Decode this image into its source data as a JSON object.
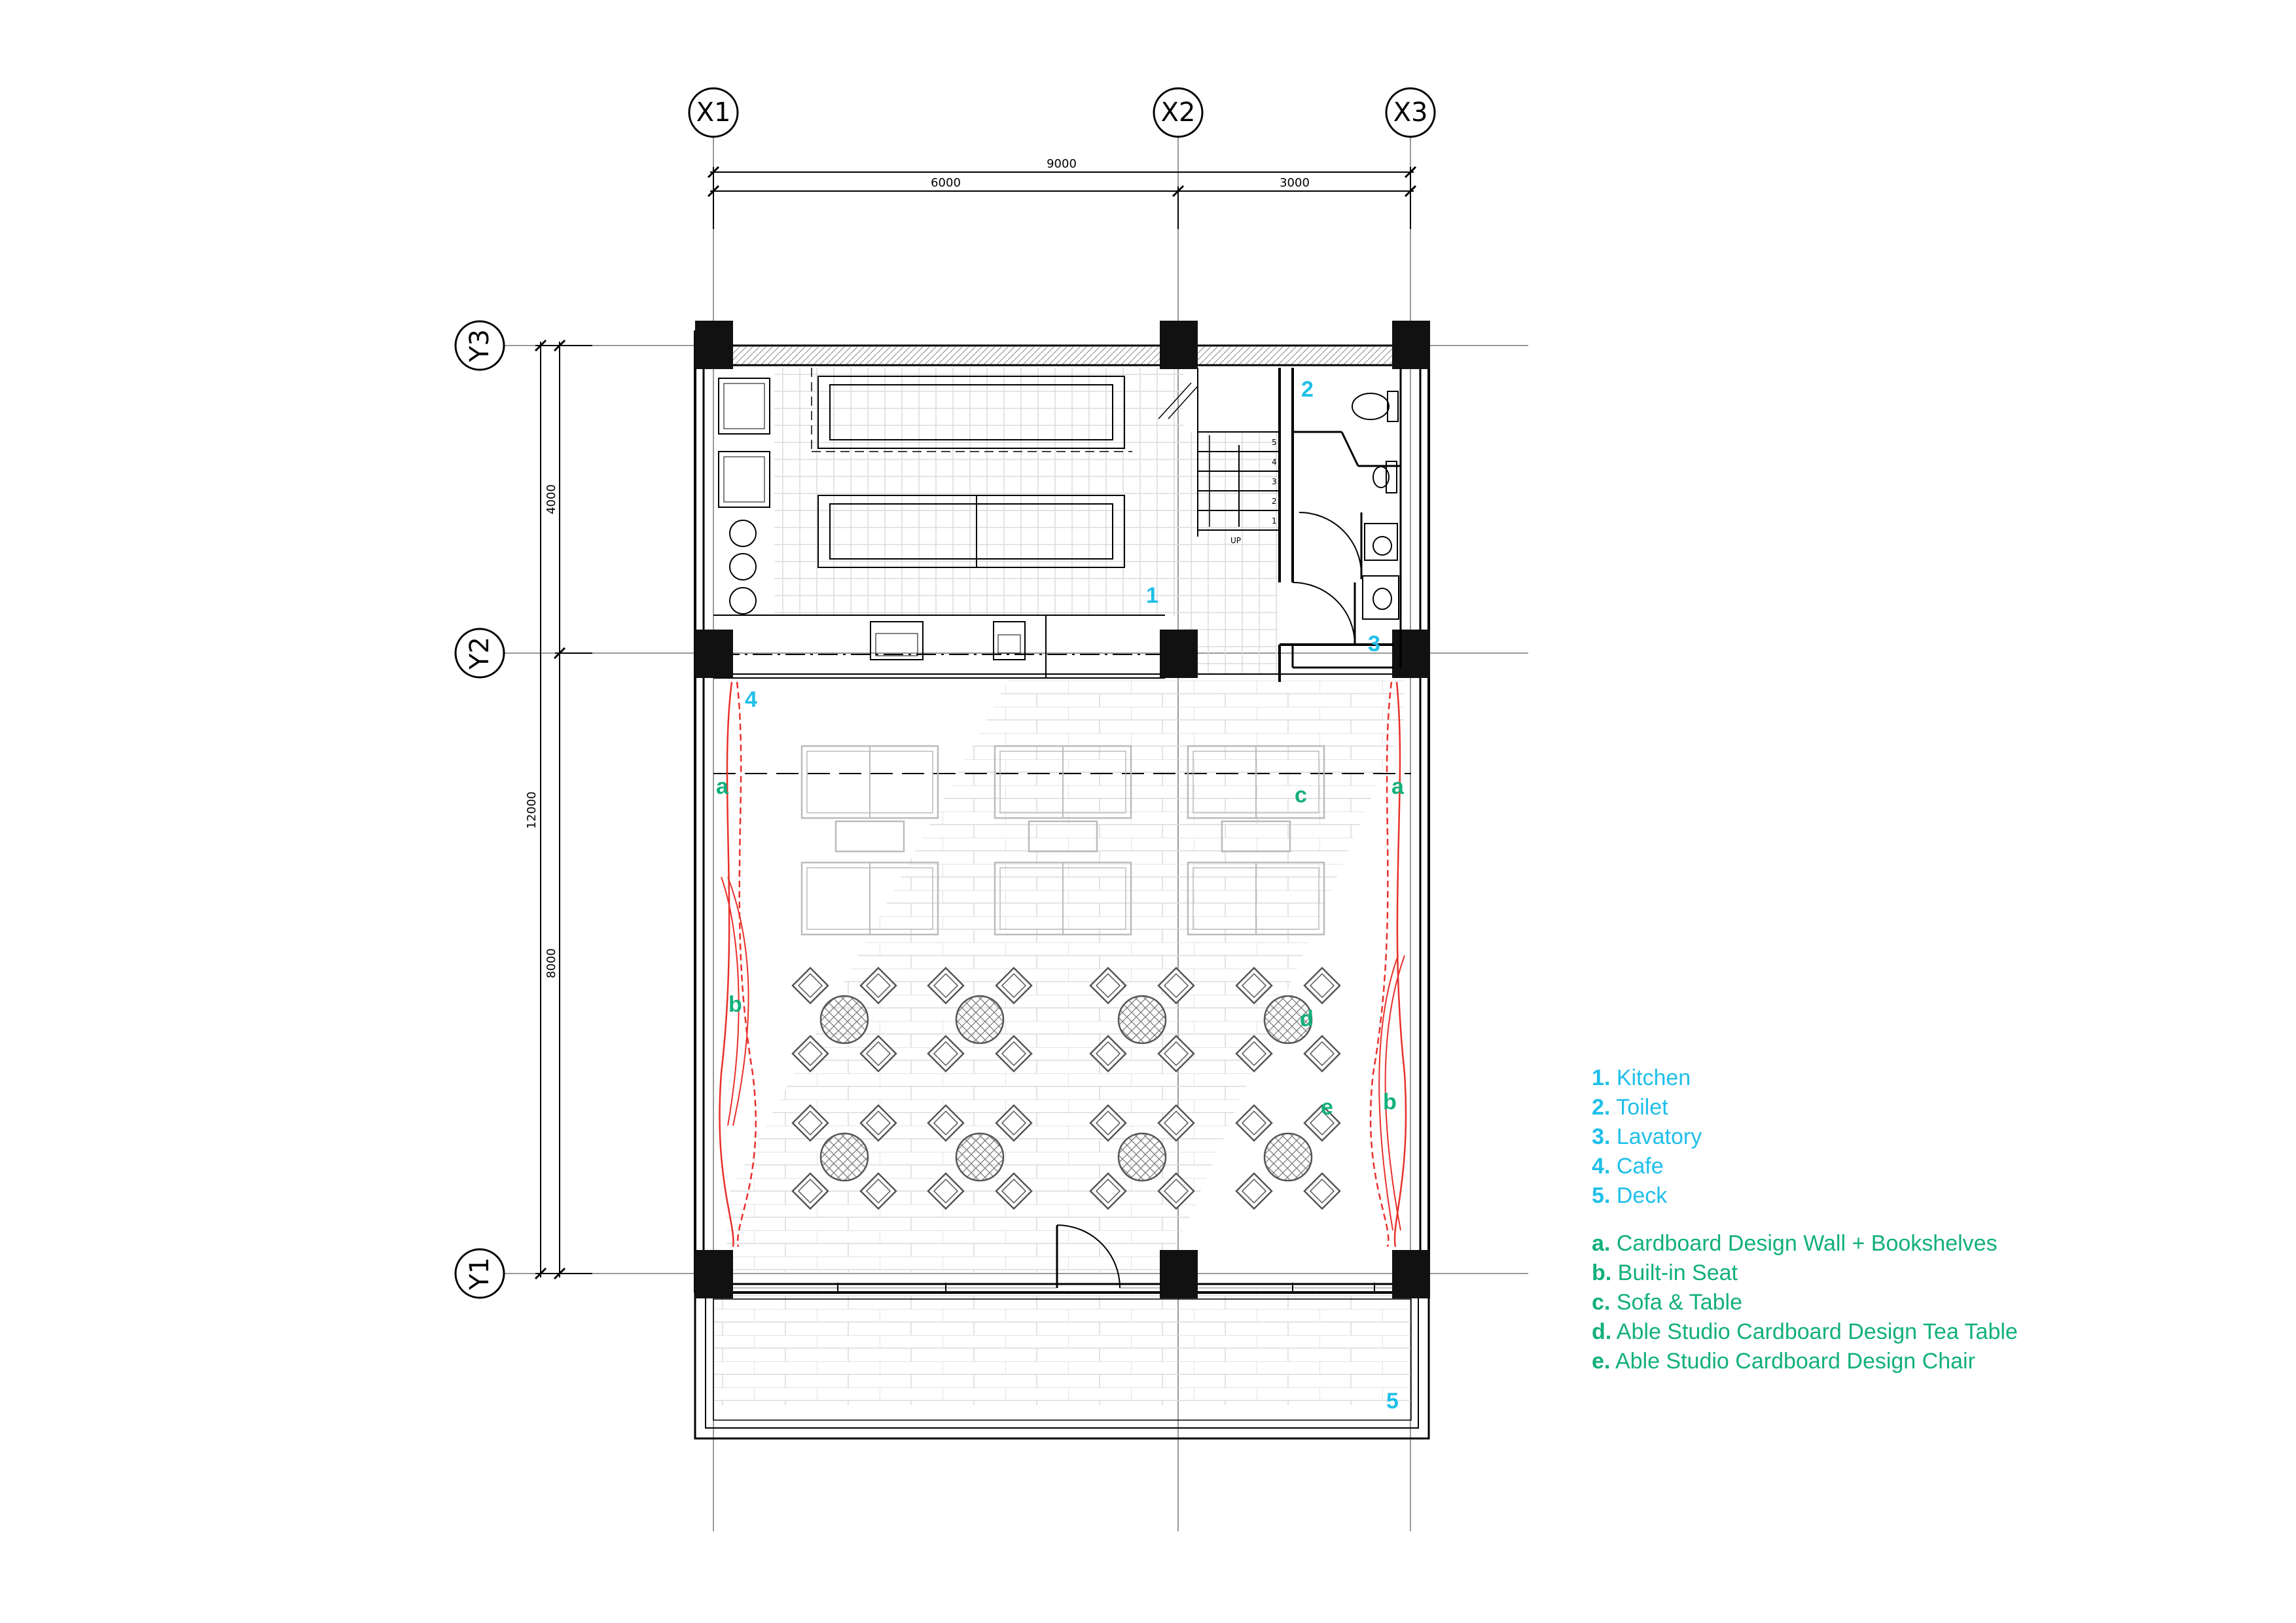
{
  "grid": {
    "x": [
      "X1",
      "X2",
      "X3"
    ],
    "y": [
      "Y1",
      "Y2",
      "Y3"
    ]
  },
  "dimensions": {
    "overall_width": "9000",
    "width_left": "6000",
    "width_right": "3000",
    "overall_depth": "12000",
    "depth_top": "4000",
    "depth_bottom": "8000"
  },
  "stair": {
    "up_label": "UP",
    "steps": [
      "1",
      "2",
      "3",
      "4",
      "5"
    ]
  },
  "room_tags": {
    "kitchen": "1",
    "toilet": "2",
    "lavatory": "3",
    "cafe": "4",
    "deck": "5"
  },
  "element_tags": {
    "wall_left": "a",
    "wall_right": "a",
    "seat_left": "b",
    "seat_right": "b",
    "sofa": "c",
    "tea_table": "d",
    "chair": "e"
  },
  "legend": {
    "rooms": [
      {
        "num": "1.",
        "label": "Kitchen"
      },
      {
        "num": "2.",
        "label": "Toilet"
      },
      {
        "num": "3.",
        "label": "Lavatory"
      },
      {
        "num": "4.",
        "label": "Cafe"
      },
      {
        "num": "5.",
        "label": "Deck"
      }
    ],
    "elements": [
      {
        "num": "a.",
        "label": "Cardboard Design Wall + Bookshelves"
      },
      {
        "num": "b.",
        "label": "Built-in Seat"
      },
      {
        "num": "c.",
        "label": "Sofa & Table"
      },
      {
        "num": "d.",
        "label": "Able Studio Cardboard Design Tea Table"
      },
      {
        "num": "e.",
        "label": "Able Studio Cardboard Design Chair"
      }
    ]
  },
  "colors": {
    "room_accent": "#1fbfea",
    "element_accent": "#12b07a",
    "curtain": "#e8302a"
  }
}
